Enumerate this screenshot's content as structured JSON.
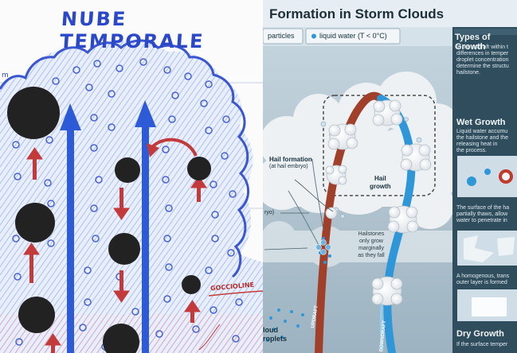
{
  "left_panel": {
    "title": "NUBE TEMPORALE",
    "margin_label": "m",
    "droplet_label": "GOCCIOLINE"
  },
  "right_panel": {
    "title": "Formation in Storm Clouds",
    "legend_left": "particles",
    "legend_liquid": "liquid water (T < 0°C)",
    "hail_formation": "Hail formation",
    "hail_embryo": "(at hail embryo)",
    "hail_growth_1": "Hail",
    "hail_growth_2": "growth",
    "embryo_partial": "ryo)",
    "hailstones_note": [
      "Hailstones",
      "only grow",
      "marginally",
      "as they fall"
    ],
    "cloud_droplets": [
      "loud",
      "roplets"
    ],
    "updraft": "UPDRAFT",
    "downdraft": "DOWNDRAFT",
    "sidebar": {
      "types_title": "Types of Growth",
      "types_text": [
        "In the updraft within t",
        "differences in temper",
        "droplet concentration",
        "determine the structu",
        "hailstone."
      ],
      "wet_title": "Wet Growth",
      "wet_text": [
        "Liquid water accumu",
        "the hailstone and the",
        "releasing heat in",
        "the process."
      ],
      "surface_text": [
        "The surface of the ha",
        "partially thaws, allow",
        "water to penetrate in"
      ],
      "homog_text": [
        "A homogenous, trans",
        "outer layer is formed"
      ],
      "dry_title": "Dry Growth",
      "dry_text": [
        "If the surface temper"
      ]
    },
    "colors": {
      "background": "#2f4d5c",
      "updraft": "#a0402a",
      "downdraft": "#2f97d8",
      "cloud": "#eef1f3"
    }
  }
}
